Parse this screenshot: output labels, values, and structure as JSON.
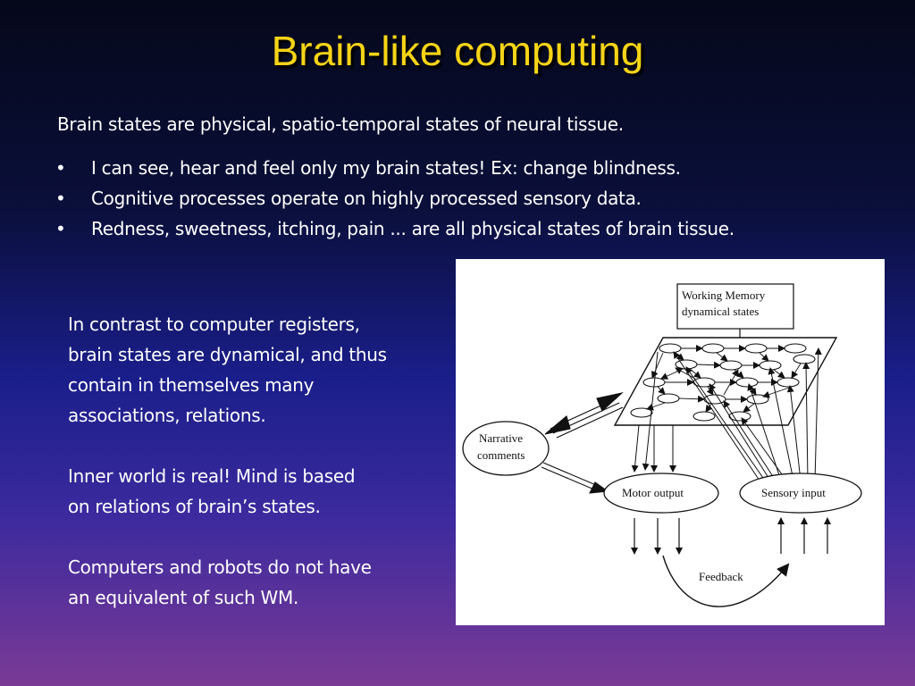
{
  "title": "Brain-like computing",
  "intro": "Brain states are physical, spatio-temporal states of neural tissue.",
  "bullet_symbol": "•",
  "bullets": [
    "I can see, hear and feel only my brain states! Ex: change blindness.",
    "Cognitive processes operate on highly processed sensory data.",
    "Redness, sweetness, itching, pain ... are all physical states of brain tissue."
  ],
  "side_text": {
    "line1": [
      "In contrast to computer registers,",
      "brain states are dynamical, and thus",
      "contain in themselves many",
      "associations, relations."
    ],
    "line2": [
      "Inner world is real! Mind is based",
      "on relations of brain’s states."
    ],
    "line3": [
      "Computers and robots do not have",
      "an equivalent of such WM."
    ]
  },
  "diagram": {
    "wm_label_1": "Working Memory",
    "wm_label_2": "dynamical states",
    "narrative_1": "Narrative",
    "narrative_2": "comments",
    "motor": "Motor output",
    "sensory": "Sensory input",
    "feedback": "Feedback"
  }
}
